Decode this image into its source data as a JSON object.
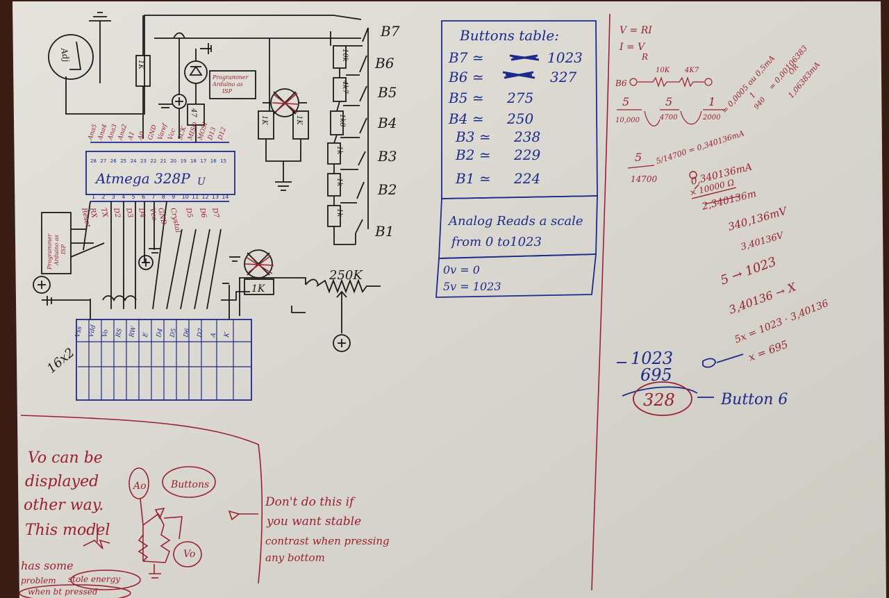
{
  "colors": {
    "paper": "#dcdcd4",
    "blue_ink": "#1c2a8c",
    "red_ink": "#9a2030",
    "black_ink": "#1a1a1a"
  },
  "schematic": {
    "buttons": [
      "B7",
      "B6",
      "B5",
      "B4",
      "B3",
      "B2",
      "B1"
    ],
    "resistors_chain": [
      "10k",
      "4k7",
      "1k8",
      "1k",
      "1k",
      "1k"
    ],
    "ladder": [
      "1K",
      "1K"
    ],
    "r_left": "1K",
    "r_bottom": "1K",
    "cap": "47",
    "pot": "250K",
    "adj": "Adj",
    "programmer_top": [
      "Programmer",
      "Arduino as",
      "ISP"
    ],
    "programmer_left": [
      "Programmer",
      "Arduino as",
      "ISP"
    ],
    "mcu": "Atmega 328P",
    "mcu_u": "U",
    "lcd_label": "16x2",
    "lcd_pins": [
      "Vss",
      "Vdd",
      "Vo",
      "RS",
      "RW",
      "E",
      "D4",
      "D5",
      "D6",
      "D7",
      "A",
      "K"
    ],
    "top_pins": [
      "Ana5",
      "Ana4",
      "Ana3",
      "Ana2",
      "A1",
      "A0",
      "GND",
      "Varef",
      "Vcc",
      "SCK",
      "MISO",
      "MOSI",
      "D13",
      "D12"
    ],
    "top_pin_numbers": [
      "28",
      "27",
      "26",
      "25",
      "24",
      "23",
      "22",
      "21",
      "20",
      "19",
      "18",
      "17",
      "16",
      "15"
    ],
    "bottom_pin_numbers": [
      "1",
      "2",
      "3",
      "4",
      "5",
      "6",
      "7",
      "8",
      "9",
      "10",
      "11",
      "12",
      "13",
      "14"
    ],
    "bottom_pins": [
      "Reset",
      "RX",
      "TX",
      "D2",
      "D3",
      "D4",
      "Vcc",
      "GND",
      "Crystal",
      "D5",
      "D6",
      "D7"
    ]
  },
  "buttons_table": {
    "title": "Buttons table:",
    "rows": [
      {
        "button": "B7",
        "sym": "≃",
        "value": "1023"
      },
      {
        "button": "B6",
        "sym": "≃",
        "value": "327"
      },
      {
        "button": "B5",
        "sym": "≃",
        "value": "275"
      },
      {
        "button": "B4",
        "sym": "≃",
        "value": "250"
      },
      {
        "button": "B3",
        "sym": "≃",
        "value": "238"
      },
      {
        "button": "B2",
        "sym": "≃",
        "value": "229"
      },
      {
        "button": "B1",
        "sym": "≃",
        "value": "224"
      }
    ],
    "analog_note": [
      "Analog Reads a scale",
      "from 0 to1023"
    ],
    "scale": [
      "0v = 0",
      "5v = 1023"
    ]
  },
  "calculations": {
    "ohm": [
      "V = RI",
      "I = V",
      "R"
    ],
    "b6_circuit": {
      "label": "B6",
      "r1": "10K",
      "r2": "4K7"
    },
    "fractions": [
      [
        "5",
        "10,000"
      ],
      [
        "5",
        "4700"
      ],
      [
        "1",
        "2000"
      ]
    ],
    "results_a": [
      "= 0,0005 ou 0,5mA",
      "= 0,00106383",
      "1,06383mA"
    ],
    "frac_b": [
      "1",
      "940"
    ],
    "or_label": "OR",
    "sum_line": "5/14700 = 0,340136mA",
    "sum_frac": [
      "5",
      "14700"
    ],
    "red_lines": [
      "0,340136mA",
      "× 10000 Ω",
      "2,340136m",
      "340,136mV",
      "3,40136V"
    ],
    "prop": [
      "5 → 1023",
      "3,40136 → X",
      "5x = 1023 · 3,40136",
      "x = 695"
    ],
    "subtraction": [
      "1023",
      "695",
      "328"
    ],
    "result_label": "Button 6"
  },
  "note": {
    "left": [
      "Vo can be",
      "displayed",
      "other way.",
      "This model",
      "has some",
      "problem",
      "stole energy",
      "when bt pressed"
    ],
    "labels": [
      "Ao",
      "Buttons",
      "Vo"
    ],
    "warning": [
      "Don't do this if",
      "you want stable",
      "contrast when pressing",
      "any bottom"
    ]
  }
}
